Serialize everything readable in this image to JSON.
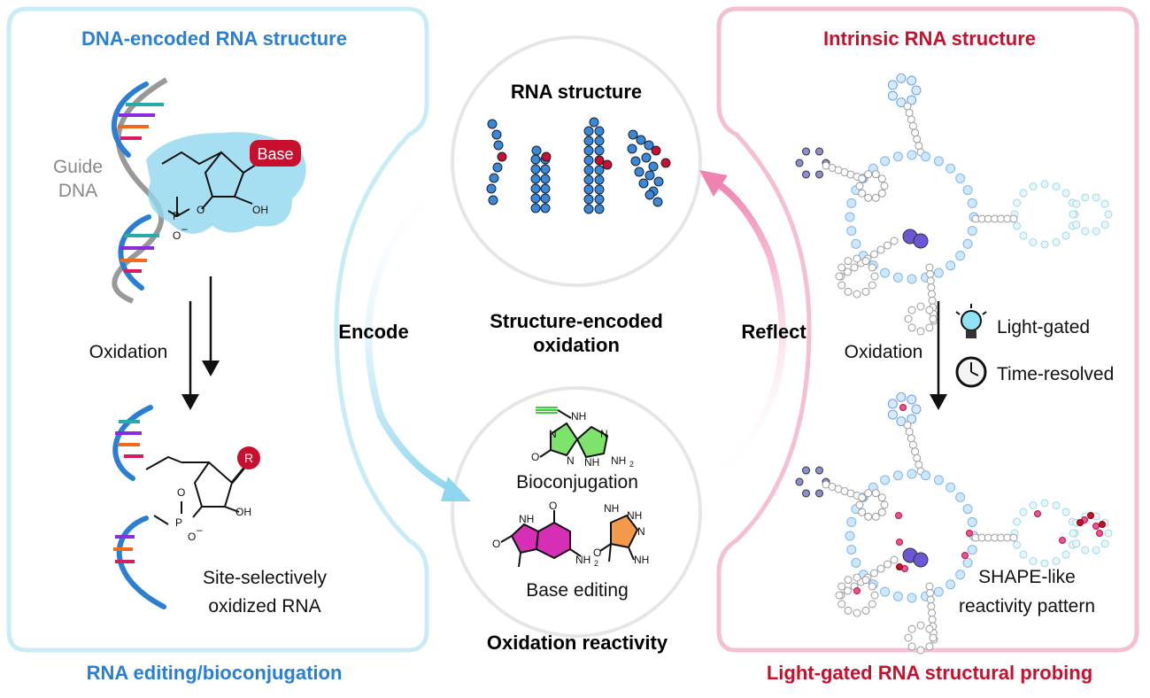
{
  "left_panel": {
    "title": "DNA-encoded RNA structure",
    "guide_label_1": "Guide",
    "guide_label_2": "DNA",
    "base_label": "Base",
    "oh_label": "OH",
    "p_label": "P",
    "o_label": "O",
    "o_minus_label": "O",
    "minus_sign": "–",
    "step_label": "Oxidation",
    "r_label": "R",
    "product_line_1": "Site-selectively",
    "product_line_2": "oxidized RNA",
    "footer": "RNA editing/bioconjugation"
  },
  "center": {
    "top_circle_title": "RNA structure",
    "center_line_1": "Structure-encoded",
    "center_line_2": "oxidation",
    "encode_label": "Encode",
    "reflect_label": "Reflect",
    "bioconjugation_label": "Bioconjugation",
    "base_editing_label": "Base editing",
    "bottom_title": "Oxidation reactivity",
    "nh_label": "NH",
    "n_label": "N",
    "nh2_label": "NH",
    "sub2": "2"
  },
  "right_panel": {
    "title": "Intrinsic RNA structure",
    "step_label": "Oxidation",
    "light_label": "Light-gated",
    "time_label": "Time-resolved",
    "result_line_1": "SHAPE-like",
    "result_line_2": "reactivity pattern",
    "footer": "Light-gated RNA structural probing"
  },
  "colors": {
    "left_accent": "#2a7fd4",
    "right_accent": "#c8102e",
    "left_frame": "#c8ecf6",
    "right_frame": "#f4bfd3",
    "nucleotide": "#3b87d8",
    "marked_nucleotide": "#c8102e"
  },
  "icons": [
    "lightbulb-icon",
    "clock-icon"
  ]
}
